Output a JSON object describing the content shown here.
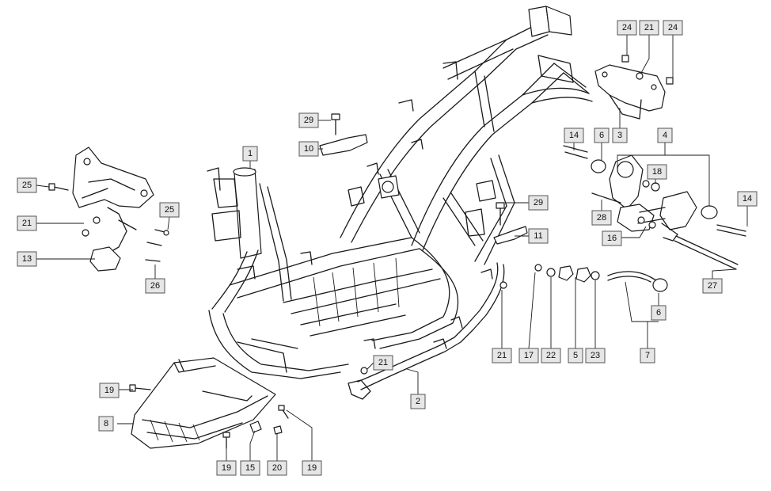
{
  "callouts": [
    {
      "id": "c1",
      "label": "1"
    },
    {
      "id": "c2",
      "label": "2"
    },
    {
      "id": "c3",
      "label": "3"
    },
    {
      "id": "c4",
      "label": "4"
    },
    {
      "id": "c5",
      "label": "5"
    },
    {
      "id": "c6a",
      "label": "6"
    },
    {
      "id": "c6b",
      "label": "6"
    },
    {
      "id": "c7",
      "label": "7"
    },
    {
      "id": "c8",
      "label": "8"
    },
    {
      "id": "c10",
      "label": "10"
    },
    {
      "id": "c11",
      "label": "11"
    },
    {
      "id": "c13",
      "label": "13"
    },
    {
      "id": "c14a",
      "label": "14"
    },
    {
      "id": "c14b",
      "label": "14"
    },
    {
      "id": "c15",
      "label": "15"
    },
    {
      "id": "c16",
      "label": "16"
    },
    {
      "id": "c17",
      "label": "17"
    },
    {
      "id": "c18",
      "label": "18"
    },
    {
      "id": "c19a",
      "label": "19"
    },
    {
      "id": "c19b",
      "label": "19"
    },
    {
      "id": "c19c",
      "label": "19"
    },
    {
      "id": "c20",
      "label": "20"
    },
    {
      "id": "c21a",
      "label": "21"
    },
    {
      "id": "c21b",
      "label": "21"
    },
    {
      "id": "c21c",
      "label": "21"
    },
    {
      "id": "c21d",
      "label": "21"
    },
    {
      "id": "c22",
      "label": "22"
    },
    {
      "id": "c23",
      "label": "23"
    },
    {
      "id": "c24a",
      "label": "24"
    },
    {
      "id": "c24b",
      "label": "24"
    },
    {
      "id": "c25a",
      "label": "25"
    },
    {
      "id": "c25b",
      "label": "25"
    },
    {
      "id": "c26",
      "label": "26"
    },
    {
      "id": "c27",
      "label": "27"
    },
    {
      "id": "c28",
      "label": "28"
    },
    {
      "id": "c29a",
      "label": "29"
    },
    {
      "id": "c29b",
      "label": "29"
    }
  ]
}
